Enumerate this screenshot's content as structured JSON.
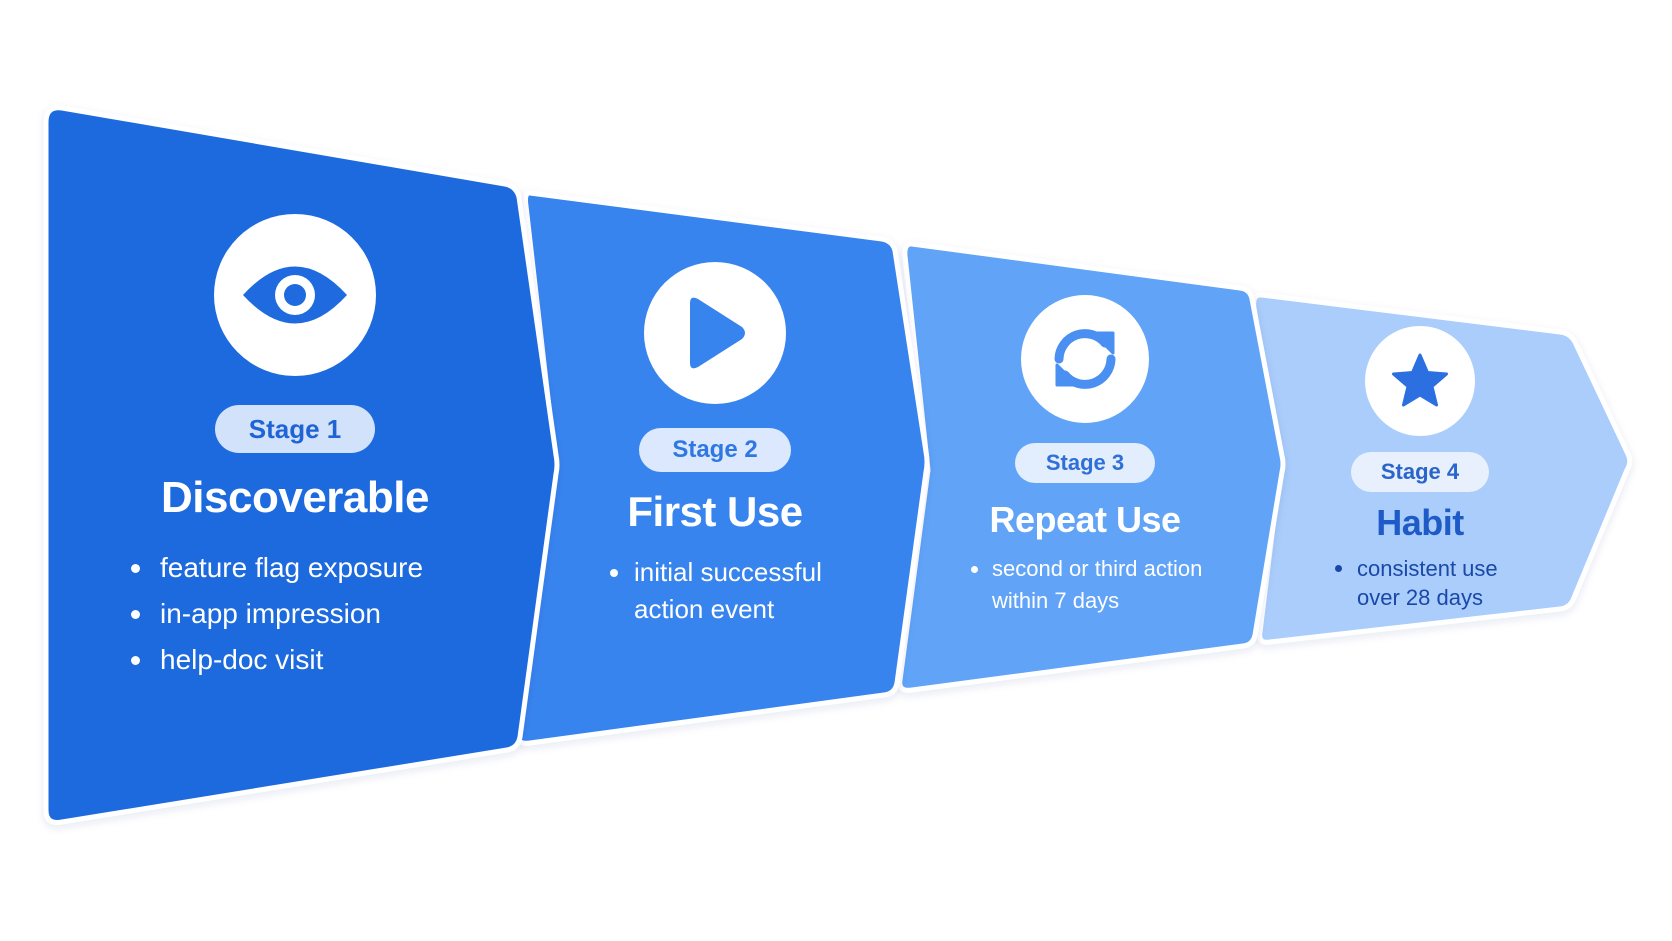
{
  "colors": {
    "stage1_fill": "#1e6ade",
    "stage2_fill": "#3784ee",
    "stage3_fill": "#60a3f7",
    "stage4_fill": "#aacdfb",
    "divider": "#ffffff"
  },
  "stages": [
    {
      "icon": "eye-icon",
      "badge": "Stage 1",
      "title": "Discoverable",
      "bullets": [
        "feature flag exposure",
        "in-app impression",
        "help-doc visit"
      ]
    },
    {
      "icon": "play-icon",
      "badge": "Stage 2",
      "title": "First Use",
      "bullets": [
        "initial successful action event"
      ]
    },
    {
      "icon": "refresh-icon",
      "badge": "Stage 3",
      "title": "Repeat Use",
      "bullets": [
        "second or third action within 7 days"
      ]
    },
    {
      "icon": "star-icon",
      "badge": "Stage 4",
      "title": "Habit",
      "bullets": [
        "consistent use over 28 days"
      ]
    }
  ]
}
